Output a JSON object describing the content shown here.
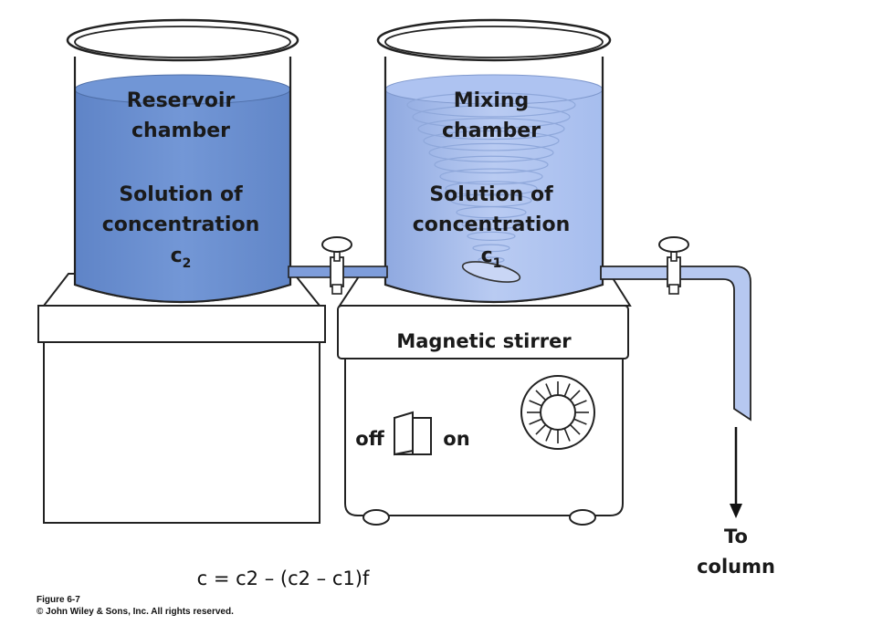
{
  "reservoir": {
    "title_line1": "Reservoir",
    "title_line2": "chamber",
    "desc_line1": "Solution of",
    "desc_line2": "concentration",
    "conc_symbol": "c",
    "conc_sub": "2",
    "color": "#6b8fce"
  },
  "mixing": {
    "title_line1": "Mixing",
    "title_line2": "chamber",
    "desc_line1": "Solution of",
    "desc_line2": "concentration",
    "conc_symbol": "c",
    "conc_sub": "1",
    "color": "#a9bff0"
  },
  "stirrer": {
    "label": "Magnetic stirrer",
    "switch_off": "off",
    "switch_on": "on"
  },
  "outlet": {
    "line1": "To",
    "line2": "column"
  },
  "equation": "c = c2 – (c2 – c1)f",
  "caption": {
    "figure": "Figure 6-7",
    "copyright": "© John Wiley & Sons, Inc. All rights reserved."
  }
}
